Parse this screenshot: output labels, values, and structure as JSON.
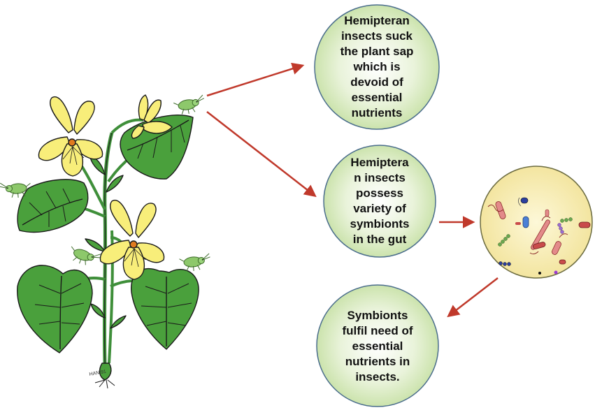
{
  "diagram": {
    "nodes": [
      {
        "id": "sap",
        "text": "Hemipteran\ninsects suck\nthe plant sap\nwhich is\ndevoid of\nessential\nnutrients"
      },
      {
        "id": "symbionts",
        "text": "Hemiptera\nn insects\npossess\nvariety of\nsymbionts\nin the gut"
      },
      {
        "id": "fulfil",
        "text": "Symbionts\nfulfil need of\nessential\nnutrients in\ninsects."
      }
    ],
    "colors": {
      "bubble_fill_center": "#ffffff",
      "bubble_fill_edge": "#c4dfa1",
      "bubble_stroke": "#4a6d8c",
      "arrow": "#c0392b",
      "microbe_dish_fill": "#f7eeb5",
      "leaf": "#4aa03c",
      "leaf_outline": "#1a1a1a",
      "petal": "#f8ee7a",
      "aphid": "#8dc86b"
    },
    "icons": [
      "plant-illustration",
      "aphid-icon",
      "bacteria-dish-icon"
    ],
    "signature": "HAN 91"
  }
}
